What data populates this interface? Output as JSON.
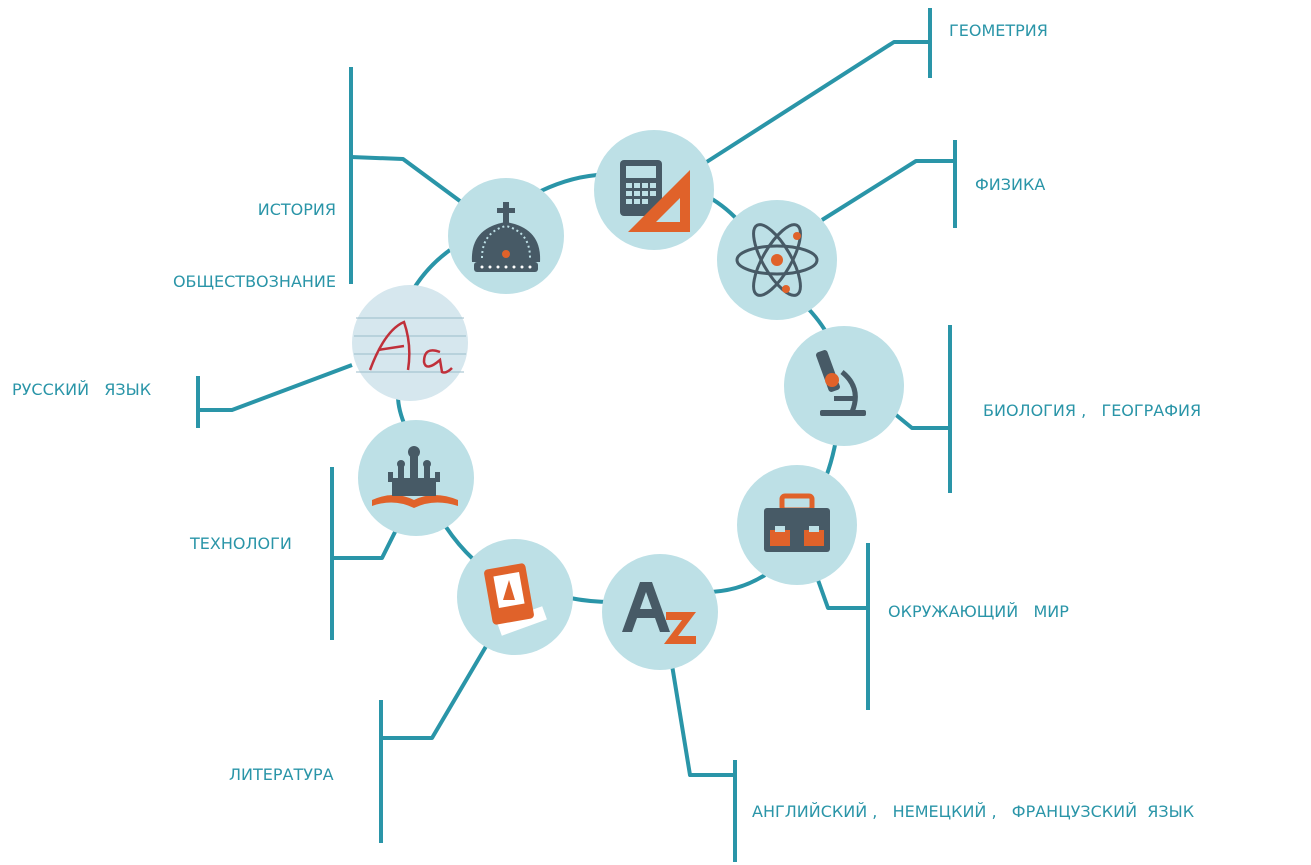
{
  "colors": {
    "line": "#2a95a8",
    "circle_fill": "#bde0e6",
    "icon_dark": "#475a66",
    "icon_orange": "#e0622a",
    "text": "#2a95a8"
  },
  "subjects": [
    {
      "id": "geometry",
      "label": "ГЕОМЕТРИЯ",
      "icon": "calculator-ruler-icon"
    },
    {
      "id": "physics",
      "label": "ФИЗИКА",
      "icon": "atom-icon"
    },
    {
      "id": "biology",
      "label": "БИОЛОГИЯ ,   ГЕОГРАФИЯ",
      "icon": "microscope-icon"
    },
    {
      "id": "world",
      "label": "ОКРУЖАЮЩИЙ   МИР",
      "icon": "briefcase-icon"
    },
    {
      "id": "languages",
      "label": "АНГЛИЙСКИЙ ,   НЕМЕЦКИЙ ,   ФРАНЦУЗСКИЙ  ЯЗЫК",
      "icon": "az-letters-icon"
    },
    {
      "id": "literature",
      "label": "ЛИТЕРАТУРА",
      "icon": "book-icon"
    },
    {
      "id": "technology",
      "label": "ТЕХНОЛОГИ",
      "icon": "kremlin-book-icon"
    },
    {
      "id": "russian",
      "label": "РУССКИЙ   ЯЗЫК",
      "icon": "cursive-letters-icon"
    },
    {
      "id": "history",
      "label_lines": [
        "ИСТОРИЯ",
        "ОБЩЕСТВОЗНАНИЕ"
      ],
      "icon": "crown-icon"
    }
  ]
}
